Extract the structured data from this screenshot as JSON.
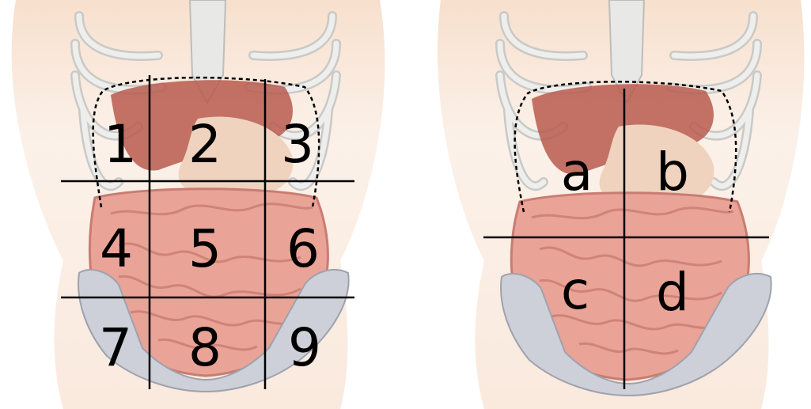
{
  "diagrams": {
    "nine_regions": {
      "labels": [
        "1",
        "2",
        "3",
        "4",
        "5",
        "6",
        "7",
        "8",
        "9"
      ]
    },
    "four_quadrants": {
      "labels": [
        "a",
        "b",
        "c",
        "d"
      ]
    }
  },
  "colors": {
    "skin": "#f6dcc7",
    "bone": "#e4e4e2",
    "bone_outline": "#b8b8b6",
    "liver": "#b85a4e",
    "stomach": "#efd3be",
    "intestine": "#e9a397",
    "intestine_outline": "#c97c72",
    "pelvis": "#cdd0d8",
    "line": "#000000"
  }
}
